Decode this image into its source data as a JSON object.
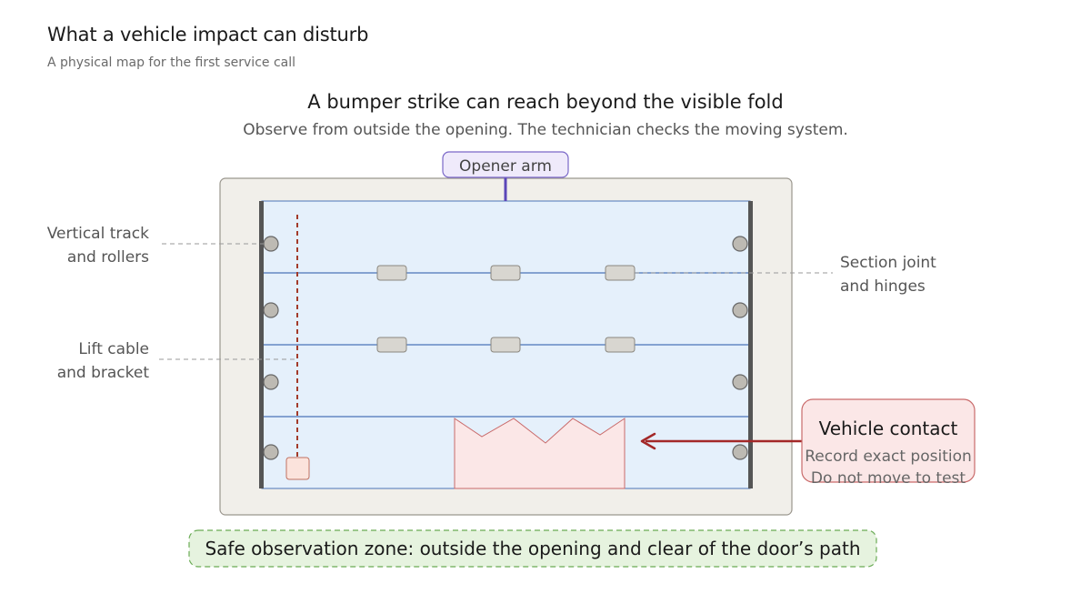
{
  "header": {
    "title": "What a vehicle impact can disturb",
    "subtitle": "A physical map for the first service call"
  },
  "diagram": {
    "title": "A bumper strike can reach beyond the visible fold",
    "subtitle": "Observe from outside the opening. The technician checks the moving system.",
    "opener_label": "Opener arm",
    "labels": {
      "vertical_track": [
        "Vertical track",
        "and rollers"
      ],
      "section_joint": [
        "Section joint",
        "and hinges"
      ],
      "lift_cable": [
        "Lift cable",
        "and bracket"
      ]
    },
    "callout": {
      "title": "Vehicle contact",
      "lines": [
        "Record exact position",
        "Do not move to test"
      ]
    },
    "safe_zone": "Safe observation zone: outside the opening and clear of the door’s path"
  },
  "colors": {
    "frame_fill": "#f1efea",
    "door_fill": "#e5f0fb",
    "section_line": "#4a74b8",
    "opener_arm": "#5b46b8",
    "opener_fill": "#efeafb",
    "damage_fill": "#fbe7e7",
    "damage_stroke": "#c96a6a",
    "contact_arrow": "#a32828",
    "cable": "#a33a2a",
    "safe_fill": "#e6f3df",
    "safe_stroke": "#6aab55"
  }
}
